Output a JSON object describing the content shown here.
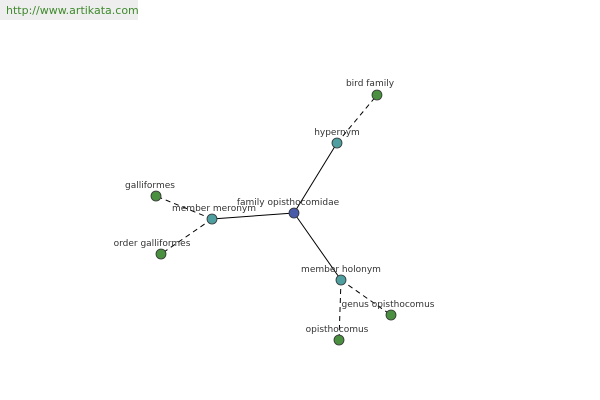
{
  "site": {
    "url": "http://www.artikata.com"
  },
  "colors": {
    "center": "#4a5ba8",
    "relation": "#4f9ea0",
    "leaf": "#4a9040",
    "node_stroke": "#333333",
    "edge": "#000000"
  },
  "graph": {
    "nodes": {
      "center": "family opisthocomidae",
      "hypernym": "hypernym",
      "bird_family": "bird family",
      "member_meronym": "member meronym",
      "galliformes": "galliformes",
      "order_galliformes": "order galliformes",
      "member_holonym": "member holonym",
      "genus_opisthocomus": "genus opisthocomus",
      "opisthocomus": "opisthocomus"
    }
  }
}
